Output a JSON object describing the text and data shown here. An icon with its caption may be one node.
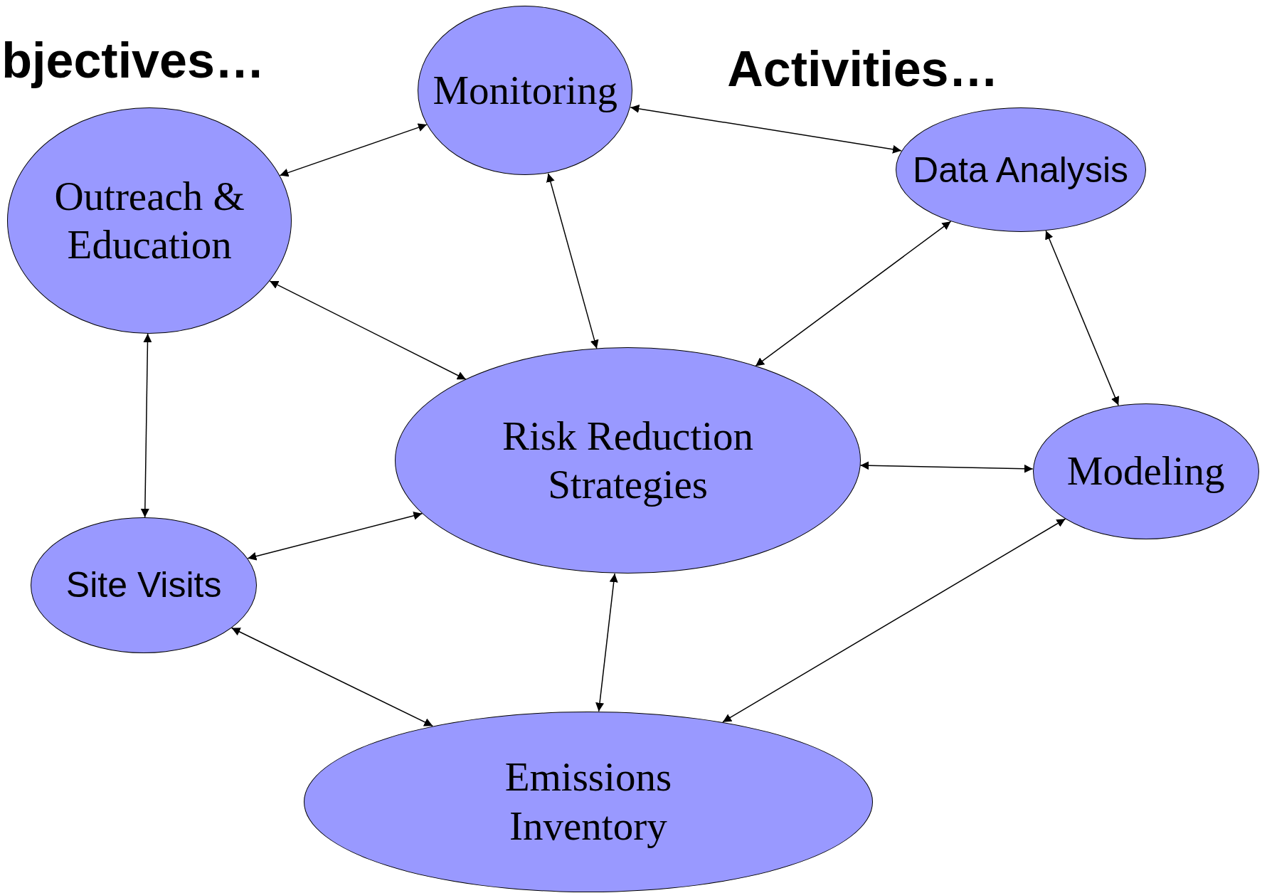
{
  "diagram": {
    "nodes": [
      {
        "text": [
          "Monitoring"
        ]
      },
      {
        "text": [
          "Outreach & Education"
        ]
      },
      {
        "text": [
          "Data Analysis"
        ]
      },
      {
        "text": [
          "Risk Reduction Strategies"
        ]
      },
      {
        "text": [
          "Modeling"
        ]
      },
      {
        "text": [
          "Site Visits"
        ]
      },
      {
        "text": [
          "Emissions Inventory"
        ]
      }
    ],
    "edges": [
      {
        "from": 1,
        "to": 0,
        "arrow": "both"
      },
      {
        "from": 0,
        "to": 2,
        "arrow": "both"
      },
      {
        "from": 0,
        "to": 3,
        "arrow": "both"
      },
      {
        "from": 1,
        "to": 3,
        "arrow": "both"
      },
      {
        "from": 2,
        "to": 3,
        "arrow": "both"
      },
      {
        "from": 2,
        "to": 4,
        "arrow": "both"
      },
      {
        "from": 1,
        "to": 5,
        "arrow": "both"
      },
      {
        "from": 5,
        "to": 3,
        "arrow": "both"
      },
      {
        "from": 3,
        "to": 4,
        "arrow": "both"
      },
      {
        "from": 3,
        "to": 6,
        "arrow": "both"
      },
      {
        "from": 5,
        "to": 6,
        "arrow": "both"
      },
      {
        "from": 4,
        "to": 6,
        "arrow": "both"
      }
    ],
    "labels": [
      "bjectives…",
      "Activities…"
    ]
  }
}
